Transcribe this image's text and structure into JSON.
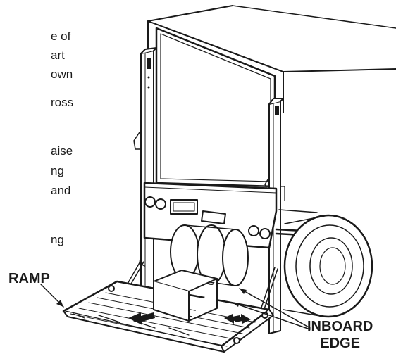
{
  "instruction_fragments": [
    "e of",
    "art",
    "own",
    "ross",
    "aise",
    "ng",
    "and",
    "ng"
  ],
  "callouts": {
    "ramp": "RAMP",
    "inboard_edge_line1": "INBOARD",
    "inboard_edge_line2": "EDGE"
  },
  "colors": {
    "ink": "#1a1a1a",
    "paper": "#ffffff",
    "panel": "#eaeaea",
    "platform": "#dcdcdc"
  },
  "icons": [
    "arrow-icon"
  ]
}
